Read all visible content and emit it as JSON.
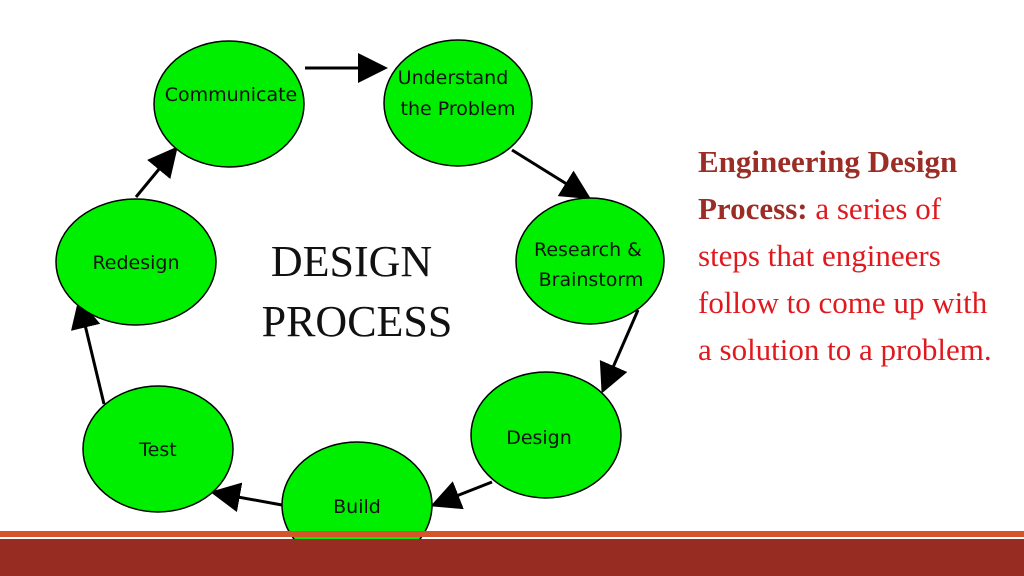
{
  "diagram": {
    "center_title": [
      "DESIGN",
      "PROCESS"
    ],
    "nodes": [
      {
        "id": "communicate",
        "lines": [
          "Communicate"
        ]
      },
      {
        "id": "understand",
        "lines": [
          "Understand",
          "the Problem"
        ]
      },
      {
        "id": "research",
        "lines": [
          "Research &",
          "Brainstorm"
        ]
      },
      {
        "id": "design",
        "lines": [
          "Design"
        ]
      },
      {
        "id": "build",
        "lines": [
          "Build"
        ]
      },
      {
        "id": "test",
        "lines": [
          "Test"
        ]
      },
      {
        "id": "redesign",
        "lines": [
          "Redesign"
        ]
      }
    ],
    "edges": [
      {
        "from": "communicate",
        "to": "understand"
      },
      {
        "from": "understand",
        "to": "research"
      },
      {
        "from": "research",
        "to": "design"
      },
      {
        "from": "design",
        "to": "build"
      },
      {
        "from": "build",
        "to": "test"
      },
      {
        "from": "test",
        "to": "redesign"
      },
      {
        "from": "redesign",
        "to": "communicate"
      }
    ]
  },
  "definition": {
    "term": "Engineering Design Process:",
    "text": " a series of steps that engineers follow to come up with a solution to a problem."
  },
  "colors": {
    "node_fill": "#00ee00",
    "node_stroke": "#000000",
    "term": "#9b2c26",
    "definition_text": "#e0191e",
    "footer": "#962c22",
    "footer_accent": "#d4552a"
  }
}
